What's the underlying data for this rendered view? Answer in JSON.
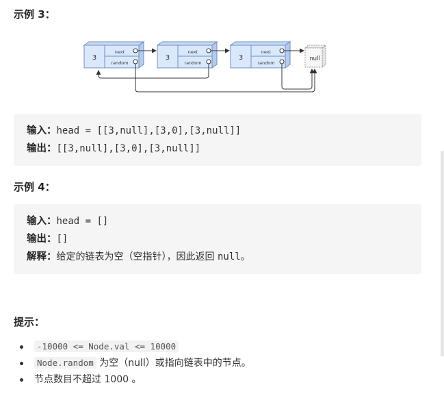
{
  "example3": {
    "heading": "示例 3：",
    "diagram": {
      "node_value": "3",
      "next_label": "next",
      "random_label": "random",
      "null_label": "null"
    },
    "input_label": "输入：",
    "input_value": "head = [[3,null],[3,0],[3,null]]",
    "output_label": "输出：",
    "output_value": "[[3,null],[3,0],[3,null]]"
  },
  "example4": {
    "heading": "示例 4：",
    "input_label": "输入：",
    "input_value": "head = []",
    "output_label": "输出：",
    "output_value": "[]",
    "explain_label": "解释：",
    "explain_text": "给定的链表为空（空指针），因此返回 ",
    "explain_code": "null",
    "explain_end": "。"
  },
  "tips": {
    "heading": "提示：",
    "items": [
      {
        "code": "-10000 <= Node.val <= 10000",
        "text": ""
      },
      {
        "code": "Node.random",
        "text": " 为空（null）或指向链表中的节点。"
      },
      {
        "code": "",
        "text": "节点数目不超过 1000 。"
      }
    ]
  },
  "colors": {
    "node_fill": "#dae8fc",
    "node_stroke": "#6c8ebf",
    "code_bg": "#f5f5f5"
  }
}
